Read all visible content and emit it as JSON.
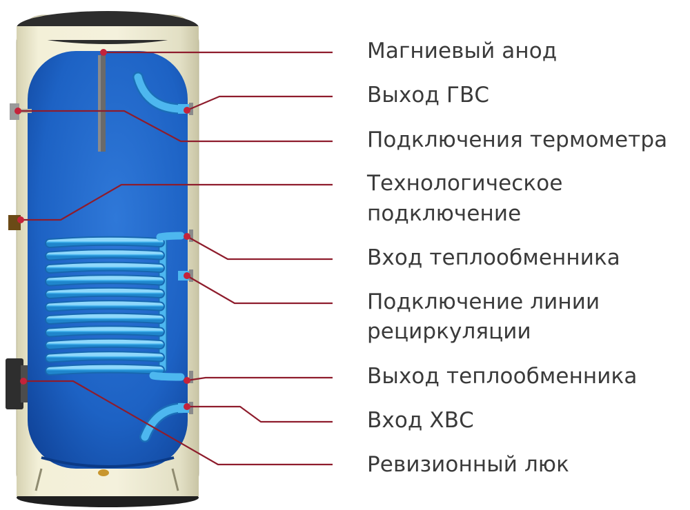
{
  "labels": {
    "magnesium_anode": "Магниевый анод",
    "hot_water_outlet": "Выход ГВС",
    "thermometer_connections": "Подключения термометра",
    "technological_connection_1": "Технологическое",
    "technological_connection_2": "подключение",
    "heat_exchanger_inlet": "Вход теплообменника",
    "recirculation_line_1": "Подключение линии",
    "recirculation_line_2": "рециркуляции",
    "heat_exchanger_outlet": "Выход теплообменника",
    "cold_water_inlet": "Вход ХВС",
    "inspection_hatch": "Ревизионный люк"
  },
  "colors": {
    "leader_line": "#8e1c2c",
    "leader_dot": "#c4233a",
    "tank_inner": "#1a5fc4",
    "coil": "#42b4ee",
    "insulation": "#eeebcf",
    "cap": "#2d2d2d",
    "label_text": "#3a3a3a"
  }
}
